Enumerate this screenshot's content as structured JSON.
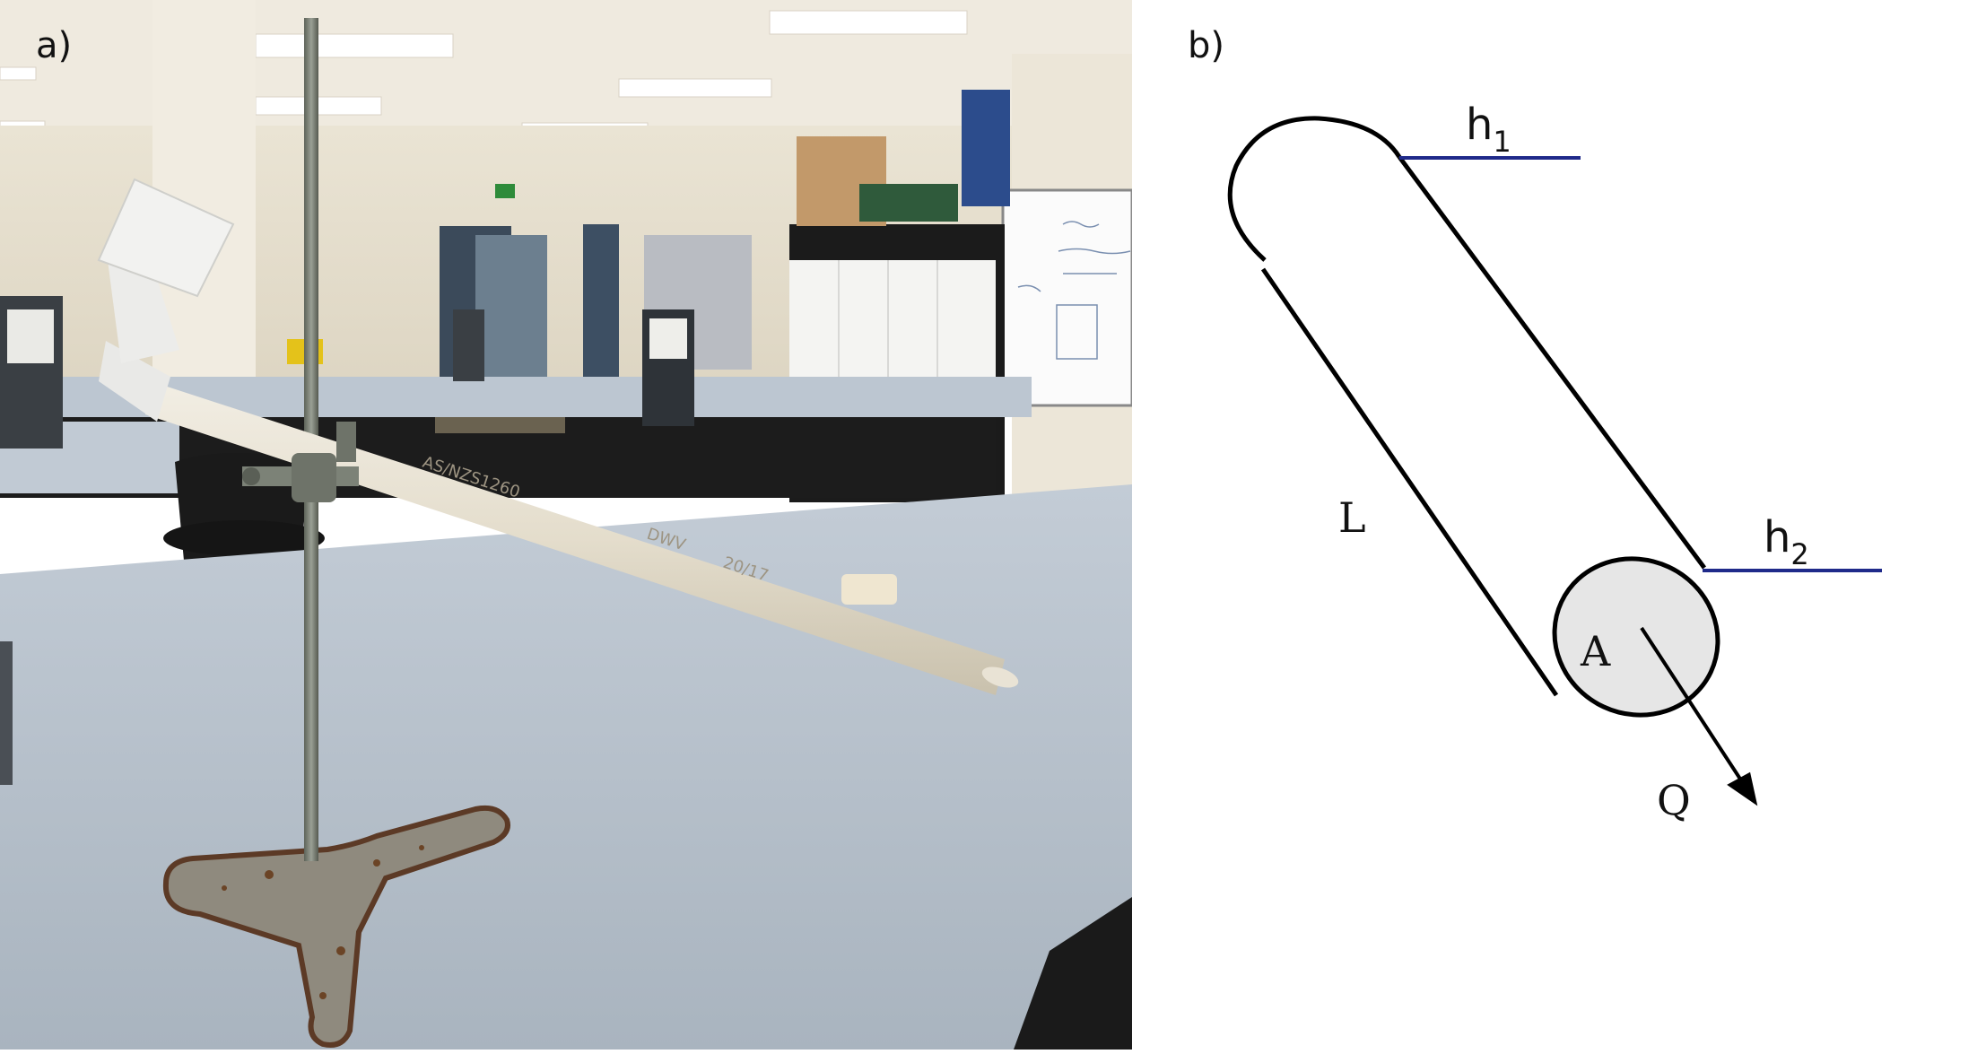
{
  "panel_a": {
    "label": "a)",
    "pipe_markings": [
      "20/17",
      "AS/NZS1260",
      "DWV"
    ]
  },
  "panel_b": {
    "label": "b)",
    "labels": {
      "h1_base": "h",
      "h1_sub": "1",
      "h2_base": "h",
      "h2_sub": "2",
      "length": "L",
      "area": "A",
      "flow": "Q"
    },
    "colors": {
      "level_line": "#1f2a8a",
      "outline": "#000000",
      "end_face": "#e6e6e6"
    }
  }
}
